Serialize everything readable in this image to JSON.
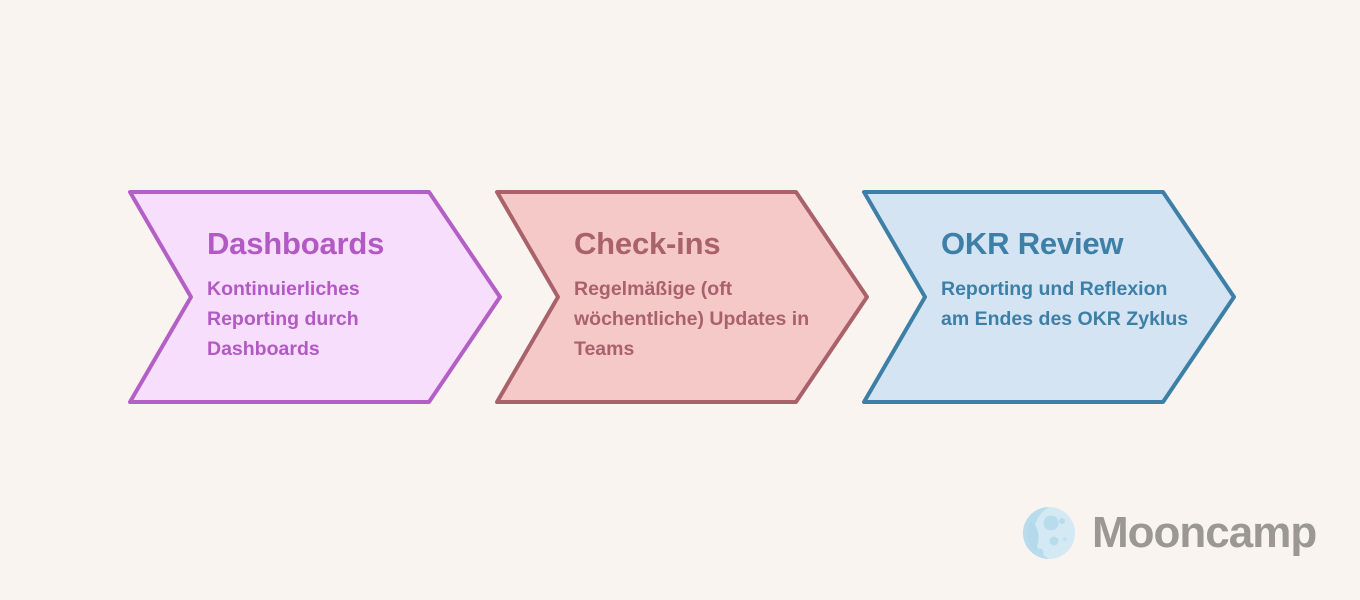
{
  "background_color": "#f9f4f0",
  "diagram": {
    "type": "chevron-process-flow",
    "direction": "left-to-right",
    "steps": [
      {
        "index": 1,
        "title": "Dashboards",
        "description": "Kontinuierliches Reporting durch Dashboards",
        "fill_color": "#f6defc",
        "stroke_color": "#b45fc6",
        "text_color": "#b259c4"
      },
      {
        "index": 2,
        "title": "Check-ins",
        "description": "Regelmäßige (oft wöchentliche) Updates in Teams",
        "fill_color": "#f6c9c9",
        "stroke_color": "#a9616a",
        "text_color": "#a9616a"
      },
      {
        "index": 3,
        "title": "OKR Review",
        "description": "Reporting und Reflexion am Endes des OKR Zyklus",
        "fill_color": "#d4e4f2",
        "stroke_color": "#3d7fa6",
        "text_color": "#3d7fa6"
      }
    ]
  },
  "logo": {
    "wordmark": "Mooncamp",
    "mark_icon": "moon-icon",
    "wordmark_color": "#9b9792",
    "mark_color": "#cfe6f2"
  }
}
